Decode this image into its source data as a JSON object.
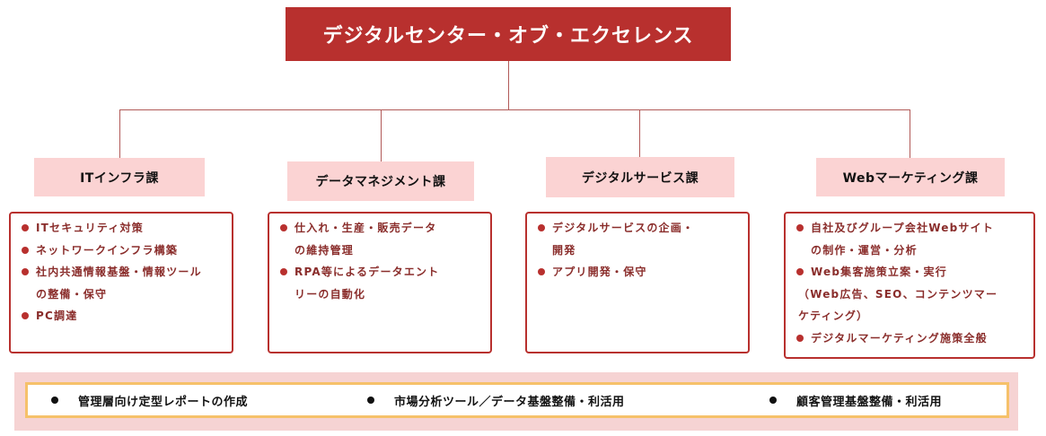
{
  "title": "デジタルセンター・オブ・エクセレンス",
  "departments": [
    {
      "name": "ITインフラ課",
      "items": [
        [
          "ITセキュリティ対策"
        ],
        [
          "ネットワークインフラ構築"
        ],
        [
          "社内共通情報基盤・情報ツール",
          "の整備・保守"
        ],
        [
          "PC調達"
        ]
      ]
    },
    {
      "name": "データマネジメント課",
      "items": [
        [
          "仕入れ・生産・販売データ",
          "の維持管理"
        ],
        [
          "RPA等によるデータエント",
          "リーの自動化"
        ]
      ]
    },
    {
      "name": "デジタルサービス課",
      "items": [
        [
          "デジタルサービスの企画・",
          "開発"
        ],
        [
          "アプリ開発・保守"
        ]
      ]
    },
    {
      "name": "Webマーケティング課",
      "items": [
        [
          "自社及びグループ会社Webサイト",
          "の制作・運営・分析"
        ],
        [
          "Web集客施策立案・実行",
          "（Web広告、SEO、コンテンツマー",
          "ケティング）"
        ],
        [
          "デジタルマーケティング施策全般"
        ]
      ]
    }
  ],
  "shared_services": [
    "管理層向け定型レポートの作成",
    "市場分析ツール／データ基盤整備・利活用",
    "顧客管理基盤整備・利活用"
  ],
  "colors": {
    "title_bg": "#b8302e",
    "dept_bg": "#fbd3d3",
    "box_border": "#b8302e",
    "item_text": "#8a2d2b",
    "bottom_bg": "#f6d3d3",
    "bottom_border": "#f6c16a"
  }
}
